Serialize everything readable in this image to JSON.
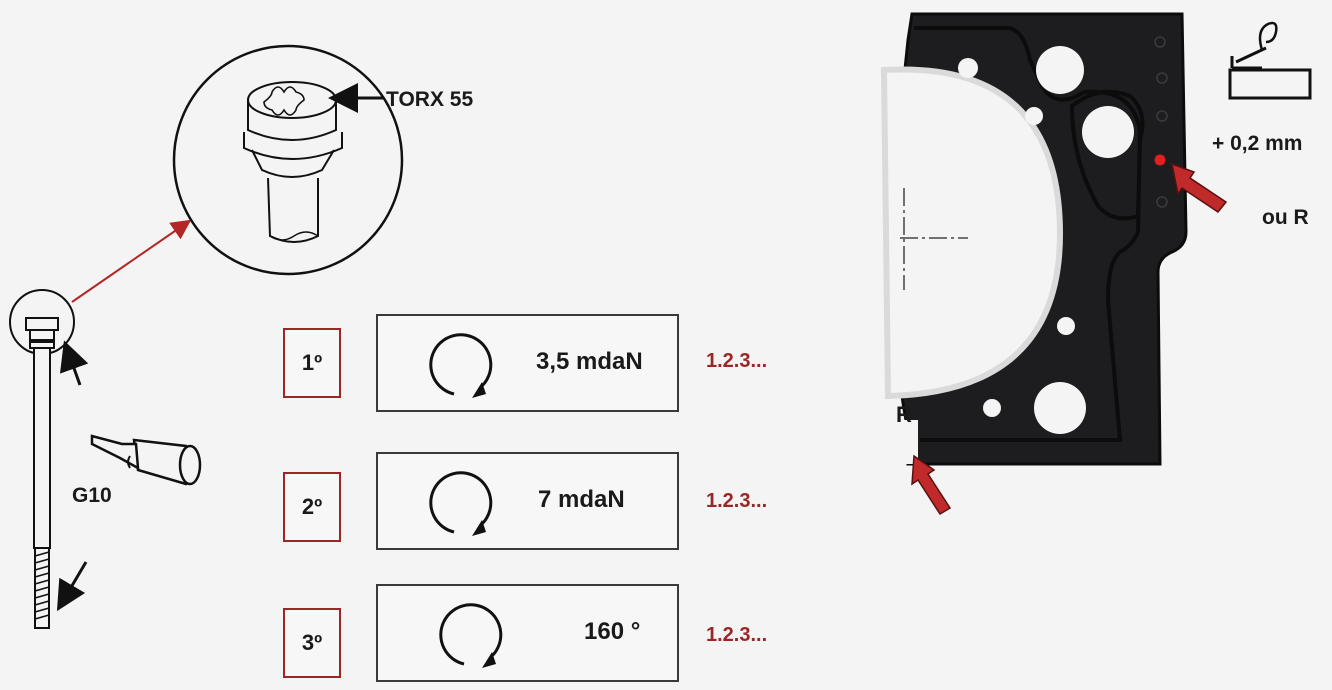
{
  "labels": {
    "torx": "TORX 55",
    "screw": "G10",
    "thickness": "+ 0,2 mm",
    "alt": "ou R",
    "mark": "R"
  },
  "steps": [
    {
      "num": "1º",
      "value": "3,5 mdaN",
      "sequence": "1.2.3..."
    },
    {
      "num": "2º",
      "value": "7 mdaN",
      "sequence": "1.2.3..."
    },
    {
      "num": "3º",
      "value": "160 °",
      "sequence": "1.2.3..."
    }
  ],
  "colors": {
    "accent": "#9a2626",
    "gasket": "#1d1d1f",
    "arrow_red": "#c02a2a"
  },
  "icons": [
    "rotation-clockwise-icon",
    "oil-can-icon",
    "weld-symbol-icon",
    "bolt-icon",
    "torx-bolt-head-icon"
  ]
}
